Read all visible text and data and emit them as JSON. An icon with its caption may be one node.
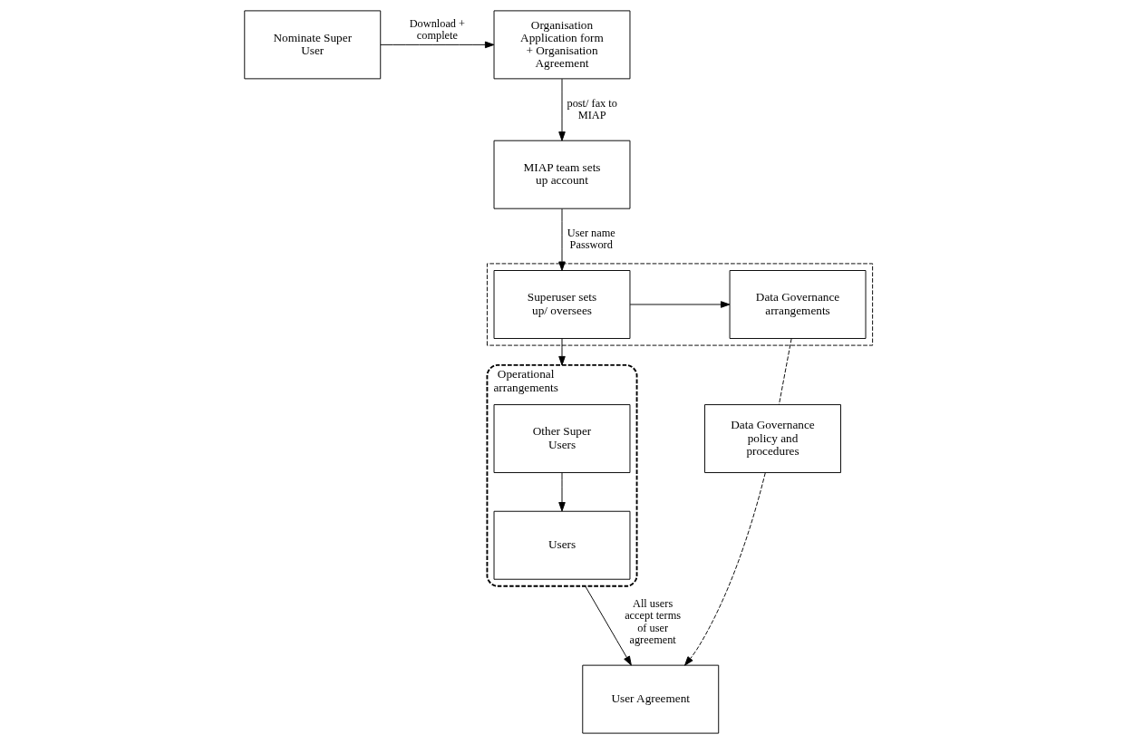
{
  "diagram": {
    "nodes": [
      {
        "text": [
          "Organisation Application form + Organisation Agreement"
        ]
      },
      {
        "text": [
          "Nominate Super User"
        ]
      },
      {
        "text": [
          "MIAP team sets up account"
        ]
      },
      {
        "text": [],
        "shape": "box"
      },
      {
        "text": [
          "Superuser sets up/ oversees"
        ],
        "in": 3
      },
      {
        "text": [
          "Data Governance arrangements"
        ],
        "in": 3
      },
      {
        "text": [
          "Operational arrangements"
        ]
      },
      {
        "text": [
          "Other Super Users"
        ],
        "in": 6
      },
      {
        "text": [
          "Users"
        ],
        "in": 6
      },
      {
        "text": [
          "Data Governance policy and procedures"
        ]
      },
      {
        "text": [
          "User Agreement"
        ]
      }
    ],
    "edges": [
      {
        "from": 1,
        "to": 0,
        "arrow": "to",
        "label": "Download + complete"
      },
      {
        "from": 0,
        "to": 2,
        "arrow": "to",
        "label": "post/ fax to MIAP"
      },
      {
        "from": 2,
        "to": 4,
        "arrow": "to",
        "label": "User name Password"
      },
      {
        "from": 4,
        "to": 5,
        "arrow": "to"
      },
      {
        "from": 4,
        "to": 6,
        "arrow": "to"
      },
      {
        "from": 7,
        "to": 8,
        "arrow": "to"
      },
      {
        "from": 5,
        "to": 9,
        "arrow": "none",
        "style": "dashed"
      },
      {
        "from": 9,
        "to": 10,
        "arrow": "to",
        "style": "dashed"
      },
      {
        "from": 6,
        "to": 10,
        "arrow": "to",
        "label": "All users accept terms of user agreement"
      }
    ]
  }
}
